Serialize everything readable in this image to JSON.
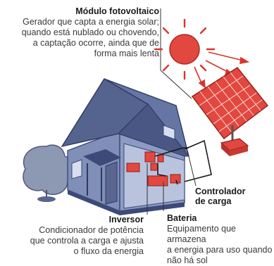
{
  "labels": {
    "modulo": {
      "title": "Módulo fotovoltaico",
      "desc": [
        "Gerador que capta a energia solar;",
        "quando está nublado ou chovendo,",
        "a captação ocorre, ainda que de",
        "forma mais lenta"
      ]
    },
    "controlador": {
      "title": [
        "Controlador",
        "de carga"
      ]
    },
    "inversor": {
      "title": "Inversor",
      "desc": [
        "Condicionador de potência",
        "que controla a carga e ajusta",
        "o fluxo da energia"
      ]
    },
    "bateria": {
      "title": "Bateria",
      "desc": [
        "Equipamento que armazena",
        "a energia para uso quando",
        "não há sol"
      ]
    }
  },
  "colors": {
    "accent_red": "#d9342b",
    "house_blue": "#7f8fb8",
    "house_dark": "#3d4a78",
    "roof_blue": "#55638f",
    "tree_gray": "#8d98b3",
    "panel_red": "#e2483f"
  }
}
